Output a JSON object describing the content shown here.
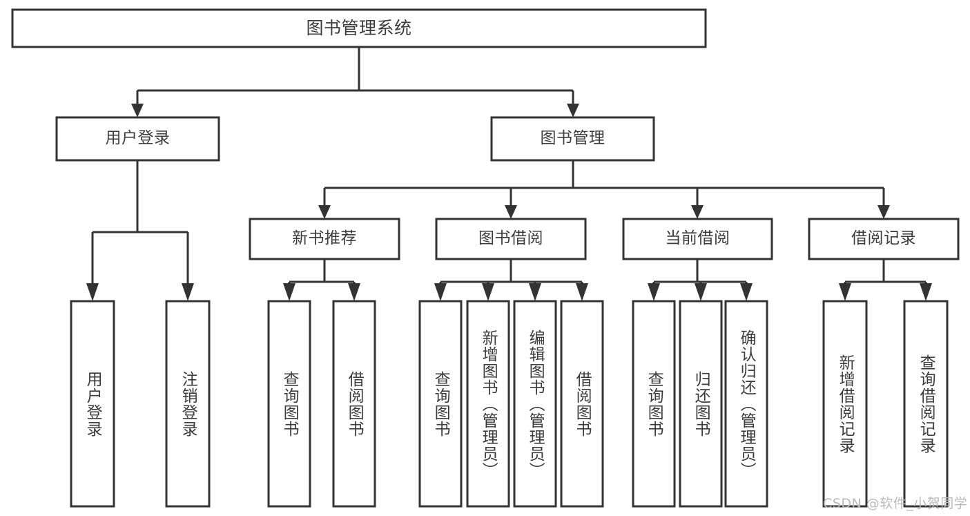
{
  "diagram": {
    "type": "hierarchy-tree",
    "title": "图书管理系统",
    "watermark": "CSDN @软件_小贺同学",
    "colors": {
      "box_stroke": "#333333",
      "box_fill": "#ffffff",
      "text": "#3b3b3b",
      "background": "#ffffff",
      "watermark": "#b9b9b9"
    },
    "levels": {
      "root": {
        "label": "图书管理系统"
      },
      "level2": [
        {
          "label": "用户登录"
        },
        {
          "label": "图书管理"
        }
      ],
      "level3": [
        {
          "label": "新书推荐"
        },
        {
          "label": "图书借阅"
        },
        {
          "label": "当前借阅"
        },
        {
          "label": "借阅记录"
        }
      ],
      "leaves": {
        "user_login": [
          {
            "label": "用户登录"
          },
          {
            "label": "注销登录"
          }
        ],
        "new_book": [
          {
            "label": "查询图书"
          },
          {
            "label": "借阅图书"
          }
        ],
        "book_borrow": [
          {
            "label": "查询图书"
          },
          {
            "label": "新增图书（管理员）"
          },
          {
            "label": "编辑图书（管理员）"
          },
          {
            "label": "借阅图书"
          }
        ],
        "current_borrow": [
          {
            "label": "查询图书"
          },
          {
            "label": "归还图书"
          },
          {
            "label": "确认归还（管理员）"
          }
        ],
        "borrow_record": [
          {
            "label": "新增借阅记录"
          },
          {
            "label": "查询借阅记录"
          }
        ]
      }
    }
  }
}
